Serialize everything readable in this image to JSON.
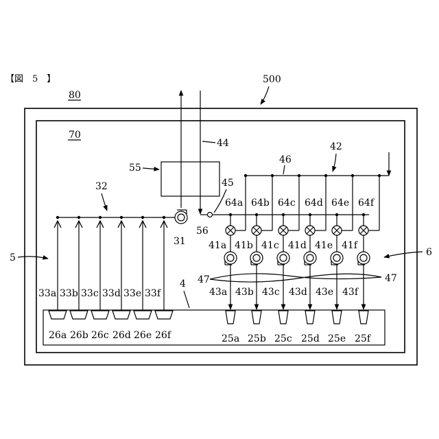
{
  "figure_label": "【図　5　】",
  "labels": {
    "system": "500",
    "outer_box": "80",
    "inner_box": "70",
    "pipe_44": "44",
    "pipe_42": "42",
    "header_46": "46",
    "unit_55": "55",
    "line_45": "45",
    "valve_56": "56",
    "pump_31": "31",
    "header_32": "32",
    "side_5": "5",
    "side_6": "6",
    "table_4": "4",
    "lines_47_left": "47",
    "lines_47_right": "47"
  },
  "left_group": {
    "pipes": [
      "33a",
      "33b",
      "33c",
      "33d",
      "33e",
      "33f"
    ],
    "cups": [
      "26a",
      "26b",
      "26c",
      "26d",
      "26e",
      "26f"
    ]
  },
  "right_group": {
    "valves": [
      "64a",
      "64b",
      "64c",
      "64d",
      "64e",
      "64f"
    ],
    "pumps": [
      "41a",
      "41b",
      "41c",
      "41d",
      "41e",
      "41f"
    ],
    "pipes": [
      "43a",
      "43b",
      "43c",
      "43d",
      "43e",
      "43f"
    ],
    "nozzles": [
      "25a",
      "25b",
      "25c",
      "25d",
      "25e",
      "25f"
    ]
  }
}
